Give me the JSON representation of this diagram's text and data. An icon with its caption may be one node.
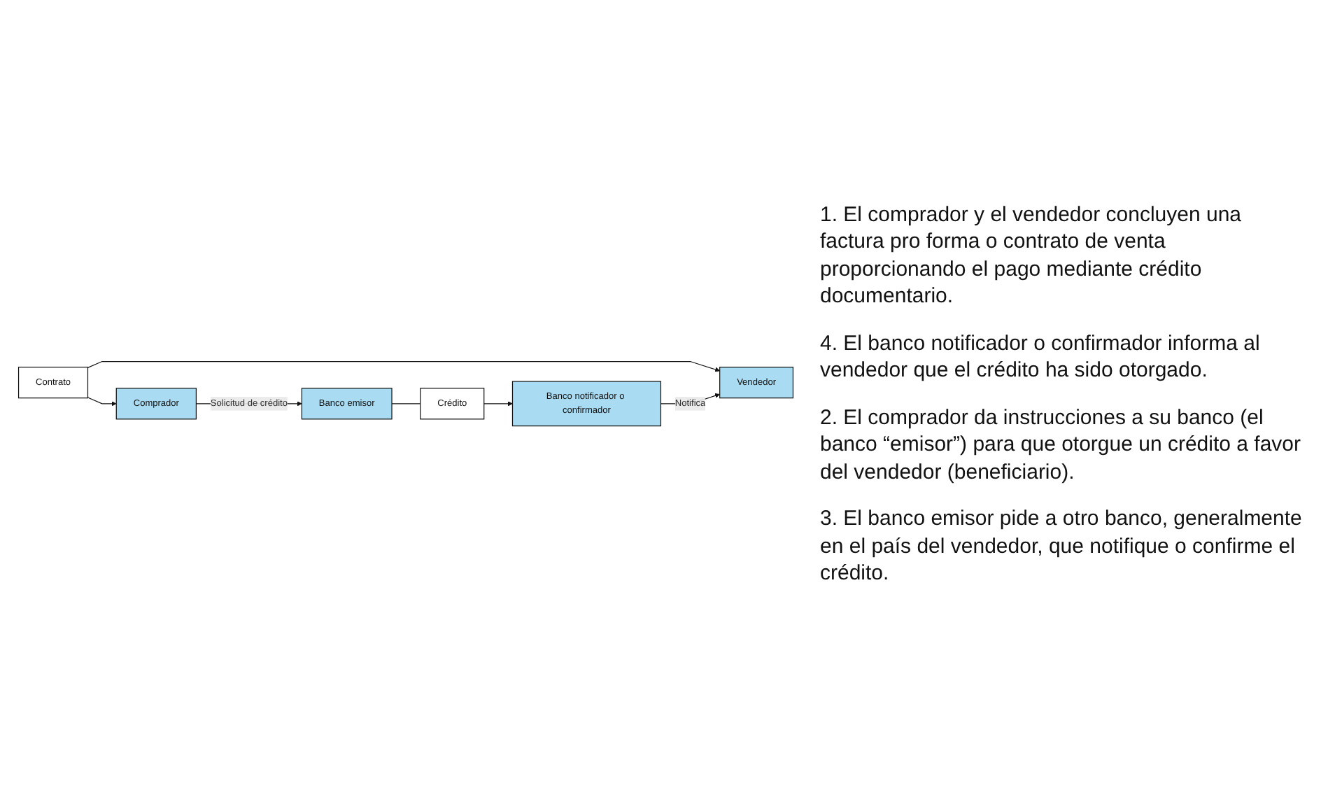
{
  "diagram": {
    "nodes": [
      {
        "text": [
          "Vendedor"
        ]
      },
      {
        "text": [
          "Contrato"
        ]
      },
      {
        "text": [
          "Comprador"
        ]
      },
      {
        "text": [
          "Banco notificador o confirmador"
        ]
      },
      {
        "text": [
          "Crédito"
        ]
      },
      {
        "text": [
          "Banco emisor"
        ]
      }
    ],
    "edges": [
      {
        "from": 1,
        "to": 0,
        "arrow": "to"
      },
      {
        "from": 1,
        "to": 2,
        "arrow": "to"
      },
      {
        "from": 2,
        "to": 5,
        "arrow": "to",
        "label": "Solicitud de crédito"
      },
      {
        "from": 5,
        "to": 4,
        "arrow": "none"
      },
      {
        "from": 4,
        "to": 3,
        "arrow": "to"
      },
      {
        "from": 3,
        "to": 0,
        "arrow": "to",
        "label": "Notifica"
      }
    ],
    "labels": [
      "1. El comprador y el vendedor concluyen una factura pro forma o contrato de venta proporcionando el pago mediante crédito documentario.",
      "4. El banco notificador o confirmador informa al vendedor que el crédito ha sido otorgado.",
      "2. El comprador da instrucciones a su banco (el banco “emisor”) para que otorgue un crédito a favor del vendedor (beneficiario).",
      "3. El banco emisor pide a otro banco, generalmente en el país del vendedor, que notifique o confirme el crédito."
    ]
  }
}
